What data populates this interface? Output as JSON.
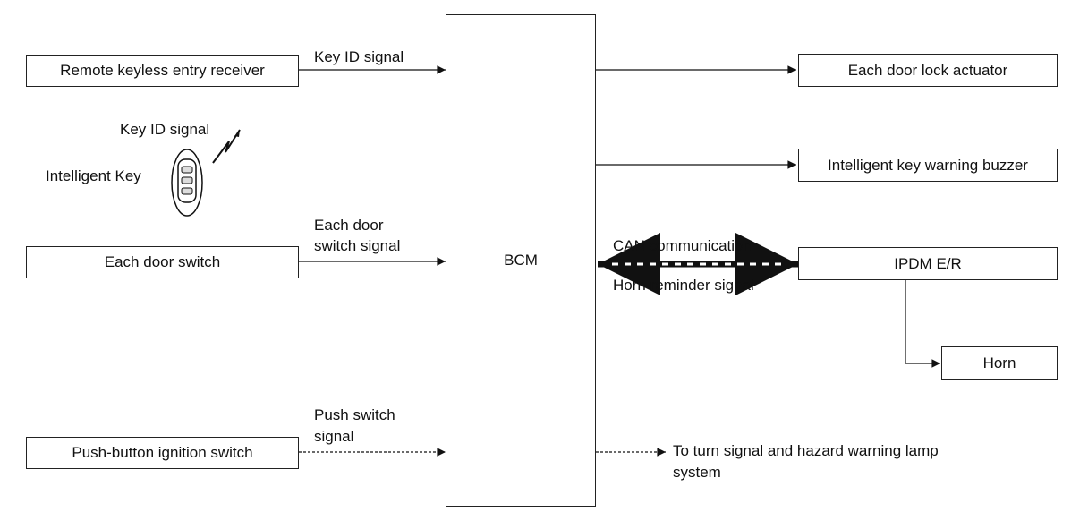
{
  "diagram": {
    "bcm": "BCM",
    "inputs": {
      "remote_receiver": "Remote keyless entry receiver",
      "key_id_signal_top": "Key ID signal",
      "key_id_signal_key": "Key ID signal",
      "intelligent_key": "Intelligent Key",
      "door_switch": "Each door switch",
      "door_switch_signal_line1": "Each door",
      "door_switch_signal_line2": "switch signal",
      "push_button_switch": "Push-button ignition switch",
      "push_switch_signal_line1": "Push switch",
      "push_switch_signal_line2": "signal"
    },
    "outputs": {
      "door_lock_actuator": "Each door lock actuator",
      "warning_buzzer": "Intelligent key warning buzzer",
      "ipdm": "IPDM E/R",
      "can_communication": "CAN communication",
      "horn_reminder_signal": "Horn reminder signal",
      "horn": "Horn",
      "turn_signal_line1": "To turn signal and hazard warning lamp",
      "turn_signal_line2": "system"
    }
  }
}
